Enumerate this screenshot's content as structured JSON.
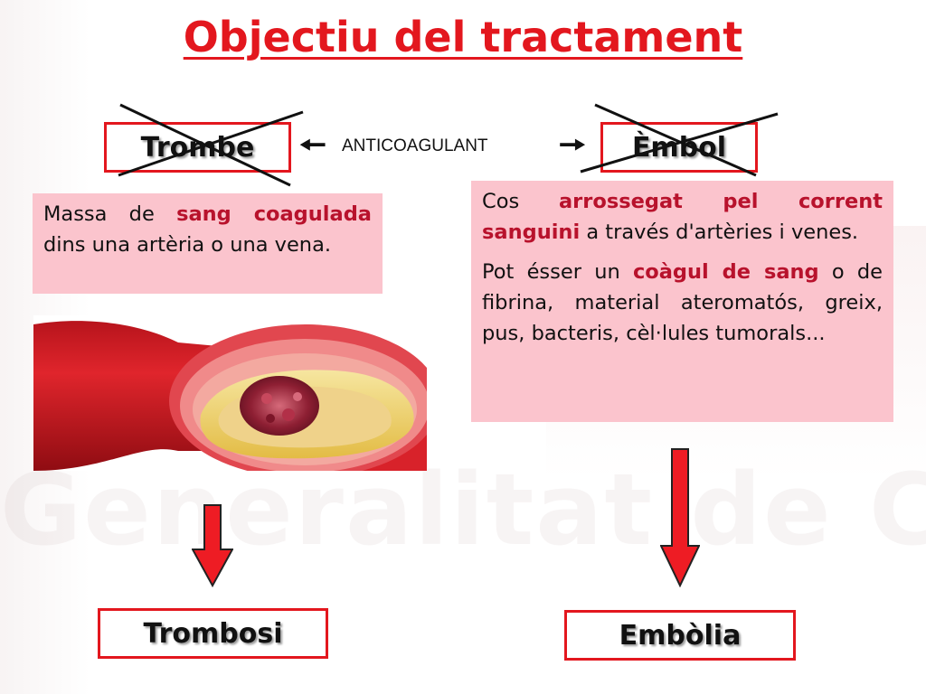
{
  "title": "Objectiu del tractament",
  "center_label": "ANTICOAGULANT",
  "left_term": "Trombe",
  "right_term": "Èmbol",
  "left_result": "Trombosi",
  "right_result": "Embòlia",
  "left_description": {
    "t1": "Massa de ",
    "h1": "sang coagulada",
    "t2": " dins una artèria o una vena."
  },
  "right_description": {
    "p1": {
      "t1": "Cos ",
      "h1": "arrossegat pel corrent sanguini",
      "t2": " a través d'artèries i venes."
    },
    "p2": {
      "t1": "Pot ésser un ",
      "h1": "coàgul de sang",
      "t2": " o de fibrina, material ateromatós, greix, pus, bacteris, cèl·lules tumorals..."
    }
  },
  "icons": {
    "left_arrow": "arrow-left-icon",
    "right_arrow": "arrow-right-icon",
    "down_arrow": "arrow-down-icon",
    "cross": "cross-out-icon"
  },
  "colors": {
    "accent": "#e3171e",
    "highlight": "#b8122c",
    "box_bg": "#fbc4cd"
  }
}
